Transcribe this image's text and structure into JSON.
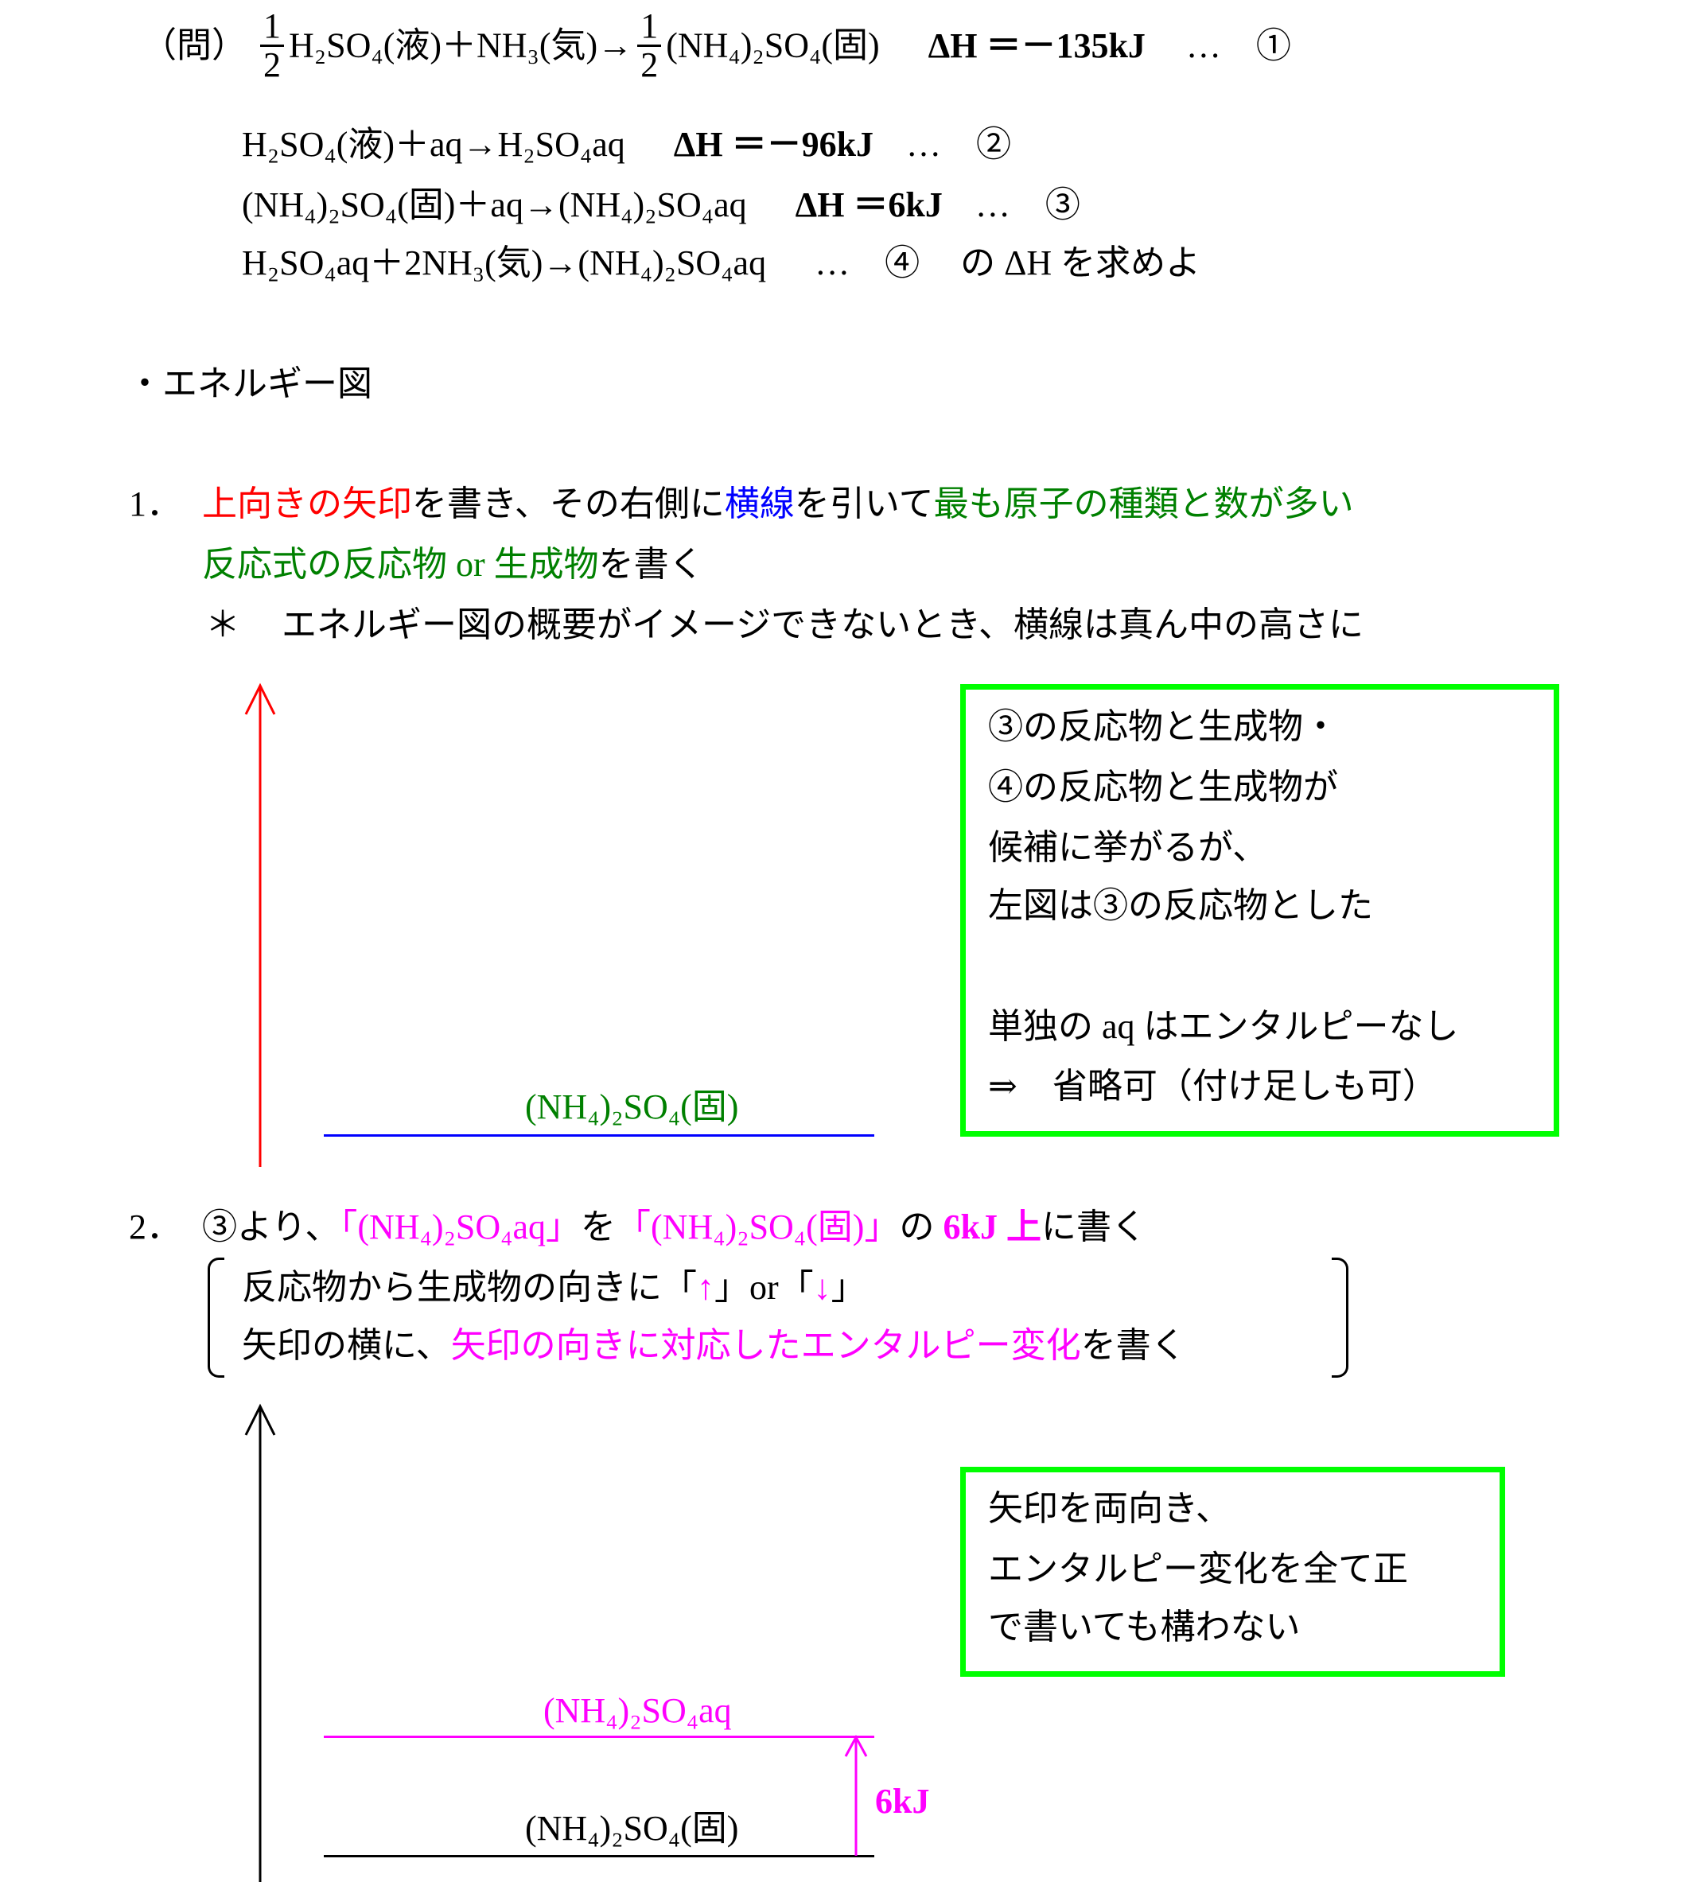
{
  "problem": {
    "label": "（問）",
    "eq1": {
      "frac_num": "1",
      "frac_den": "2",
      "left": "H₂SO₄(液)＋NH₃(気)→",
      "frac2_num": "1",
      "frac2_den": "2",
      "right": "(NH₄)₂SO₄(固)",
      "dh": "ΔH ＝－135kJ",
      "tag": "…　①"
    },
    "eq2": {
      "text": "H₂SO₄(液)＋aq→H₂SO₄aq",
      "dh": "ΔH ＝－96kJ",
      "tag": "…　②"
    },
    "eq3": {
      "text": "(NH₄)₂SO₄(固)＋aq→(NH₄)₂SO₄aq",
      "dh": "ΔH ＝6kJ",
      "tag": "…　③"
    },
    "eq4": {
      "text": "H₂SO₄aq＋2NH₃(気)→(NH₄)₂SO₄aq",
      "tag": "…　④",
      "ask": "の ΔH を求めよ"
    }
  },
  "section_heading": "・エネルギー図",
  "step1": {
    "number": "1．",
    "line1": [
      "上向きの矢印",
      "を書き、その右側に",
      "横線",
      "を引いて",
      "最も原子の種類と数が多い"
    ],
    "line2": [
      "反応式の反応物 or 生成物",
      "を書く"
    ],
    "note_mark": "＊",
    "note": "エネルギー図の概要がイメージできないとき、横線は真ん中の高さに",
    "diagram_label": "(NH₄)₂SO₄(固)",
    "box_lines": [
      "③の反応物と生成物・",
      "④の反応物と生成物が",
      "候補に挙がるが、",
      "左図は③の反応物とした",
      "単独の aq はエンタルピーなし",
      "⇒　省略可（付け足しも可）"
    ]
  },
  "step2": {
    "number": "2．",
    "line1": [
      "③より、",
      "「(NH₄)₂SO₄aq」",
      "を",
      "「(NH₄)₂SO₄(固)」",
      "の ",
      "6kJ 上",
      "に書く"
    ],
    "bracket_line1": [
      "反応物から生成物の向きに「",
      "↑",
      "」or「",
      "↓",
      "」"
    ],
    "bracket_line2": [
      "矢印の横に、",
      "矢印の向きに対応したエンタルピー変化",
      "を書く"
    ],
    "upper_label": "(NH₄)₂SO₄aq",
    "lower_label": "(NH₄)₂SO₄(固)",
    "delta_label": "6kJ",
    "box_lines": [
      "矢印を両向き、",
      "エンタルピー変化を全て正",
      "で書いても構わない"
    ]
  },
  "colors": {
    "red": "#ff0000",
    "blue": "#0000ff",
    "green": "#008000",
    "magenta": "#ff00ff",
    "box": "#00ff00"
  }
}
